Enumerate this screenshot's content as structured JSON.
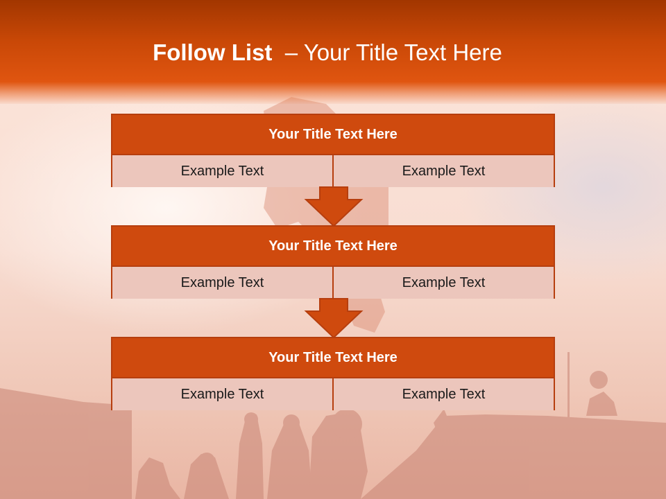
{
  "slide": {
    "title_bold": "Follow List",
    "title_rest": "– Your Title Text Here"
  },
  "steps": [
    {
      "title": "Your Title Text Here",
      "left": "Example Text",
      "right": "Example Text"
    },
    {
      "title": "Your Title Text Here",
      "left": "Example Text",
      "right": "Example Text"
    },
    {
      "title": "Your Title Text Here",
      "left": "Example Text",
      "right": "Example Text"
    }
  ],
  "colors": {
    "header": "#c94807",
    "box_header": "#cf4a0e",
    "box_cell": "#ecc6bc",
    "border": "#b63e0e"
  }
}
